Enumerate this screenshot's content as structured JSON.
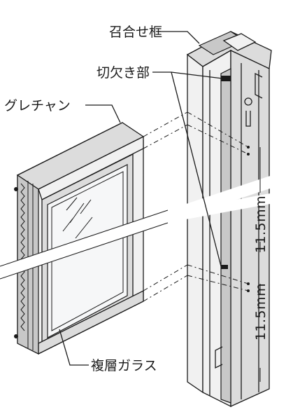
{
  "labels": {
    "meeting_frame": "召合せ框",
    "notch": "切欠き部",
    "glazing_channel": "グレチャン",
    "double_glass": "複層ガラス"
  },
  "dimensions": {
    "upper": "11.5mm",
    "lower": "11.5mm"
  },
  "colors": {
    "line": "#1a1a1a",
    "background": "#ffffff"
  }
}
